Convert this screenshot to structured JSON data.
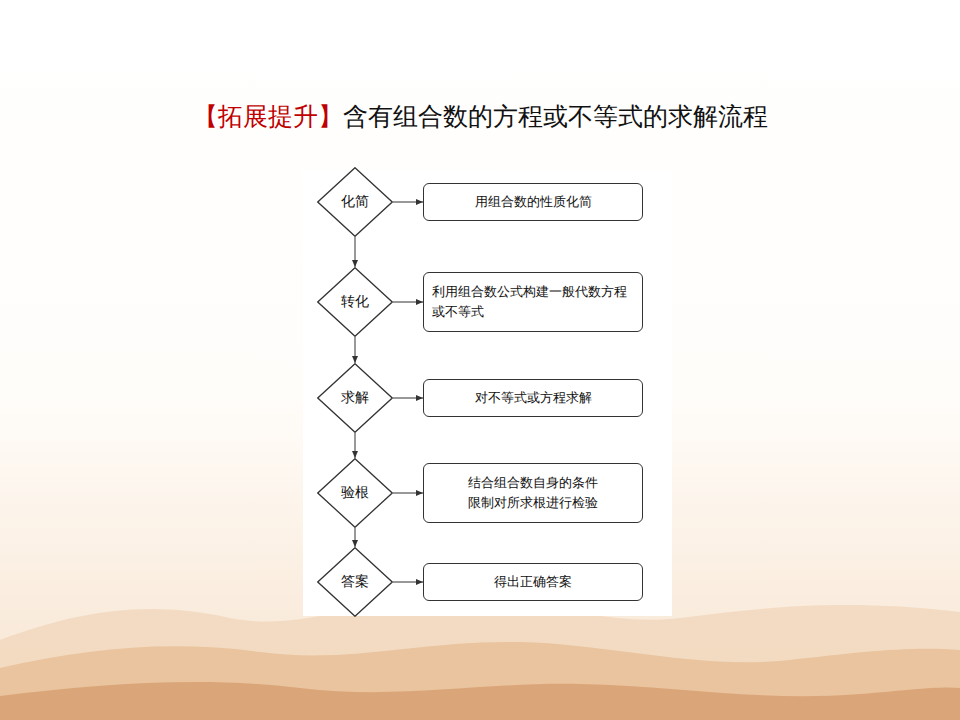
{
  "diagram": {
    "title": "含有组合数的方程或不等式的求解流程",
    "nodes": [
      {
        "text": [
          "化简"
        ]
      },
      {
        "text": [
          "用组合数的性质化简"
        ]
      },
      {
        "text": [
          "转化"
        ]
      },
      {
        "text": [
          "利用组合数公式构建一般代数方程 或不等式"
        ]
      },
      {
        "text": [
          "求解"
        ]
      },
      {
        "text": [
          "对不等式或方程求解"
        ]
      },
      {
        "text": [
          "验根"
        ]
      },
      {
        "text": [
          "结合组合数自身的条件 限制对所求根进行检验"
        ]
      },
      {
        "text": [
          "答案"
        ]
      },
      {
        "text": [
          "得出正确答案"
        ]
      }
    ],
    "edges": [
      {
        "from": 0,
        "to": 1,
        "arrow": "to"
      },
      {
        "from": 0,
        "to": 2,
        "arrow": "to"
      },
      {
        "from": 2,
        "to": 3,
        "arrow": "to"
      },
      {
        "from": 2,
        "to": 4,
        "arrow": "to"
      },
      {
        "from": 4,
        "to": 5,
        "arrow": "to"
      },
      {
        "from": 4,
        "to": 6,
        "arrow": "to"
      },
      {
        "from": 6,
        "to": 7,
        "arrow": "to"
      },
      {
        "from": 6,
        "to": 8,
        "arrow": "to"
      },
      {
        "from": 8,
        "to": 9,
        "arrow": "to"
      }
    ],
    "labels": [
      "【拓展提升】"
    ]
  }
}
